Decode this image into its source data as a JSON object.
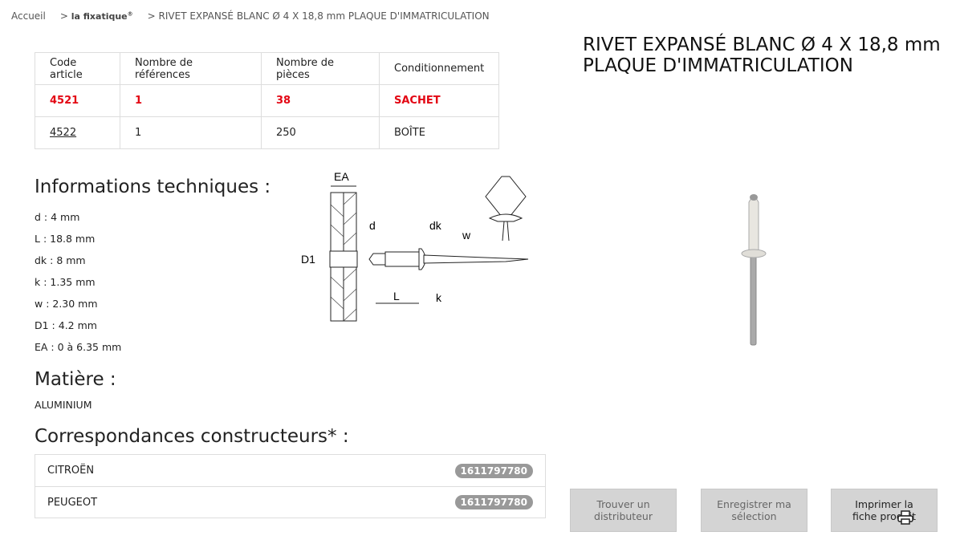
{
  "breadcrumb": {
    "home": "Accueil",
    "sep": ">",
    "brand": "la fixatique",
    "brand_mark": "®",
    "current": "RIVET EXPANSÉ BLANC Ø 4 X 18,8 mm PLAQUE D'IMMATRICULATION"
  },
  "table": {
    "headers": [
      "Code article",
      "Nombre de références",
      "Nombre de pièces",
      "Conditionnement"
    ],
    "rows": [
      [
        "4521",
        "1",
        "38",
        "SACHET"
      ],
      [
        "4522",
        "1",
        "250",
        "BOÎTE"
      ]
    ]
  },
  "tech": {
    "heading": "Informations techniques :",
    "specs": [
      "d : 4 mm",
      "L : 18.8 mm",
      "dk : 8 mm",
      "k : 1.35 mm",
      "w : 2.30 mm",
      "D1 : 4.2 mm",
      "EA : 0 à 6.35 mm"
    ],
    "diagram_labels": {
      "ea": "EA",
      "d": "d",
      "dk": "dk",
      "w": "w",
      "d1": "D1",
      "l": "L",
      "k": "k"
    }
  },
  "material": {
    "heading": "Matière :",
    "value": "ALUMINIUM"
  },
  "correspondences": {
    "heading": "Correspondances constructeurs* :",
    "rows": [
      {
        "brand": "CITROËN",
        "ref": "1611797780"
      },
      {
        "brand": "PEUGEOT",
        "ref": "1611797780"
      }
    ]
  },
  "product": {
    "title_line1": "RIVET EXPANSÉ BLANC Ø 4 X 18,8 mm",
    "title_line2": "PLAQUE D'IMMATRICULATION"
  },
  "buttons": {
    "find": "Trouver un distributeur",
    "save": "Enregistrer ma sélection",
    "print": "Imprimer la fiche produit"
  }
}
